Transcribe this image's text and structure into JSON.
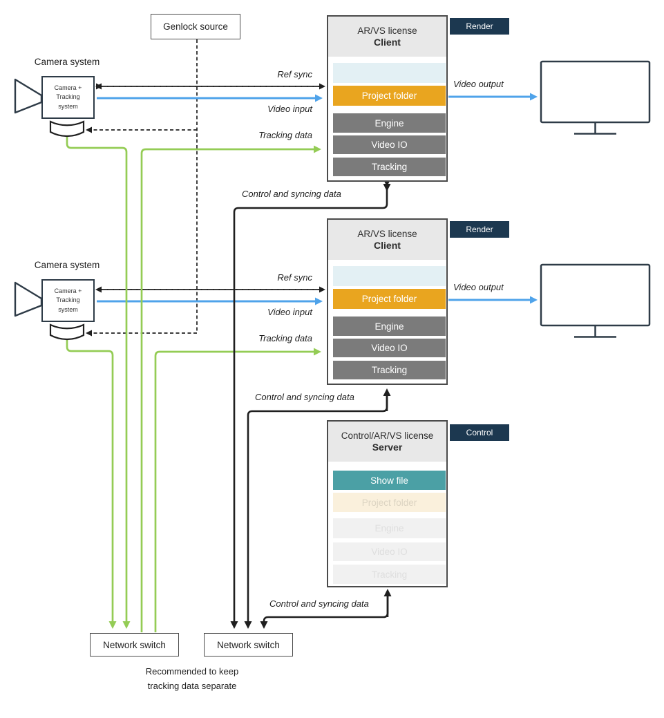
{
  "diagram": {
    "genlock_label": "Genlock source",
    "cameras": [
      {
        "system_label": "Camera system",
        "device_lines": [
          "Camera +",
          "Tracking",
          "system"
        ]
      },
      {
        "system_label": "Camera system",
        "device_lines": [
          "Camera +",
          "Tracking",
          "system"
        ]
      }
    ],
    "clients": [
      {
        "license": "AR/VS license",
        "role": "Client",
        "tag": "Render",
        "rows": {
          "show_file": "",
          "project_folder": "Project folder",
          "engine": "Engine",
          "video_io": "Video IO",
          "tracking": "Tracking"
        }
      },
      {
        "license": "AR/VS license",
        "role": "Client",
        "tag": "Render",
        "rows": {
          "show_file": "",
          "project_folder": "Project folder",
          "engine": "Engine",
          "video_io": "Video IO",
          "tracking": "Tracking"
        }
      }
    ],
    "server": {
      "license": "Control/AR/VS license",
      "role": "Server",
      "tag": "Control",
      "rows": {
        "show_file": "Show file",
        "project_folder": "Project folder",
        "engine": "Engine",
        "video_io": "Video IO",
        "tracking": "Tracking"
      }
    },
    "switches": [
      {
        "label": "Network switch"
      },
      {
        "label": "Network switch"
      }
    ],
    "note_lines": [
      "Recommended to keep",
      "tracking data separate"
    ],
    "edge_labels": {
      "ref_sync": "Ref sync",
      "video_input": "Video input",
      "tracking_data": "Tracking data",
      "video_output": "Video output",
      "control_sync": "Control and syncing data"
    },
    "icons": {
      "camera": "video-camera-icon",
      "sensor": "tracking-sensor-icon",
      "display": "monitor-icon"
    },
    "colors": {
      "video_blue": "#4fa3ea",
      "tracking_green": "#94cc55",
      "project_orange": "#e9a51f",
      "show_file_teal": "#4ba0a5",
      "tag_navy": "#1c3850",
      "module_gray": "#7b7b7b",
      "header_gray": "#e8e8e8",
      "control_black": "#1f1f1f"
    }
  }
}
